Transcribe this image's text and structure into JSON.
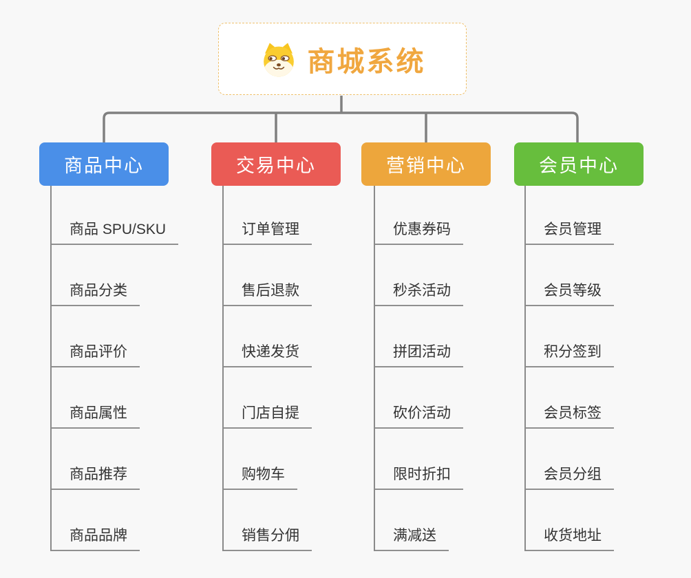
{
  "root": {
    "title": "商城系统",
    "icon": "dog-icon",
    "title_color": "#F0A73F"
  },
  "connector_color": "#808080",
  "leaf_line_color": "#8F8F8F",
  "background_color": "#F8F8F8",
  "branches": [
    {
      "label": "商品中心",
      "color": "#4A8FE8",
      "children": [
        "商品 SPU/SKU",
        "商品分类",
        "商品评价",
        "商品属性",
        "商品推荐",
        "商品品牌"
      ]
    },
    {
      "label": "交易中心",
      "color": "#EA5B55",
      "children": [
        "订单管理",
        "售后退款",
        "快递发货",
        "门店自提",
        "购物车",
        "销售分佣"
      ]
    },
    {
      "label": "营销中心",
      "color": "#EDA63C",
      "children": [
        "优惠券码",
        "秒杀活动",
        "拼团活动",
        "砍价活动",
        "限时折扣",
        "满减送"
      ]
    },
    {
      "label": "会员中心",
      "color": "#67BE3D",
      "children": [
        "会员管理",
        "会员等级",
        "积分签到",
        "会员标签",
        "会员分组",
        "收货地址"
      ]
    }
  ]
}
